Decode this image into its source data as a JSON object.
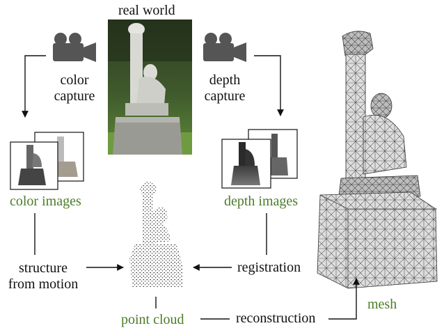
{
  "labels": {
    "real_world": "real world",
    "color_capture": [
      "color",
      "capture"
    ],
    "depth_capture": [
      "depth",
      "capture"
    ],
    "color_images": "color images",
    "depth_images": "depth images",
    "sfm": [
      "structure",
      "from motion"
    ],
    "registration": "registration",
    "point_cloud": "point cloud",
    "reconstruction": "reconstruction",
    "mesh": "mesh"
  },
  "colors": {
    "accent_green": "#4a7d28",
    "camera": "#555555",
    "arrow": "#111111"
  },
  "icons": [
    "camera-icon",
    "camera-icon"
  ]
}
